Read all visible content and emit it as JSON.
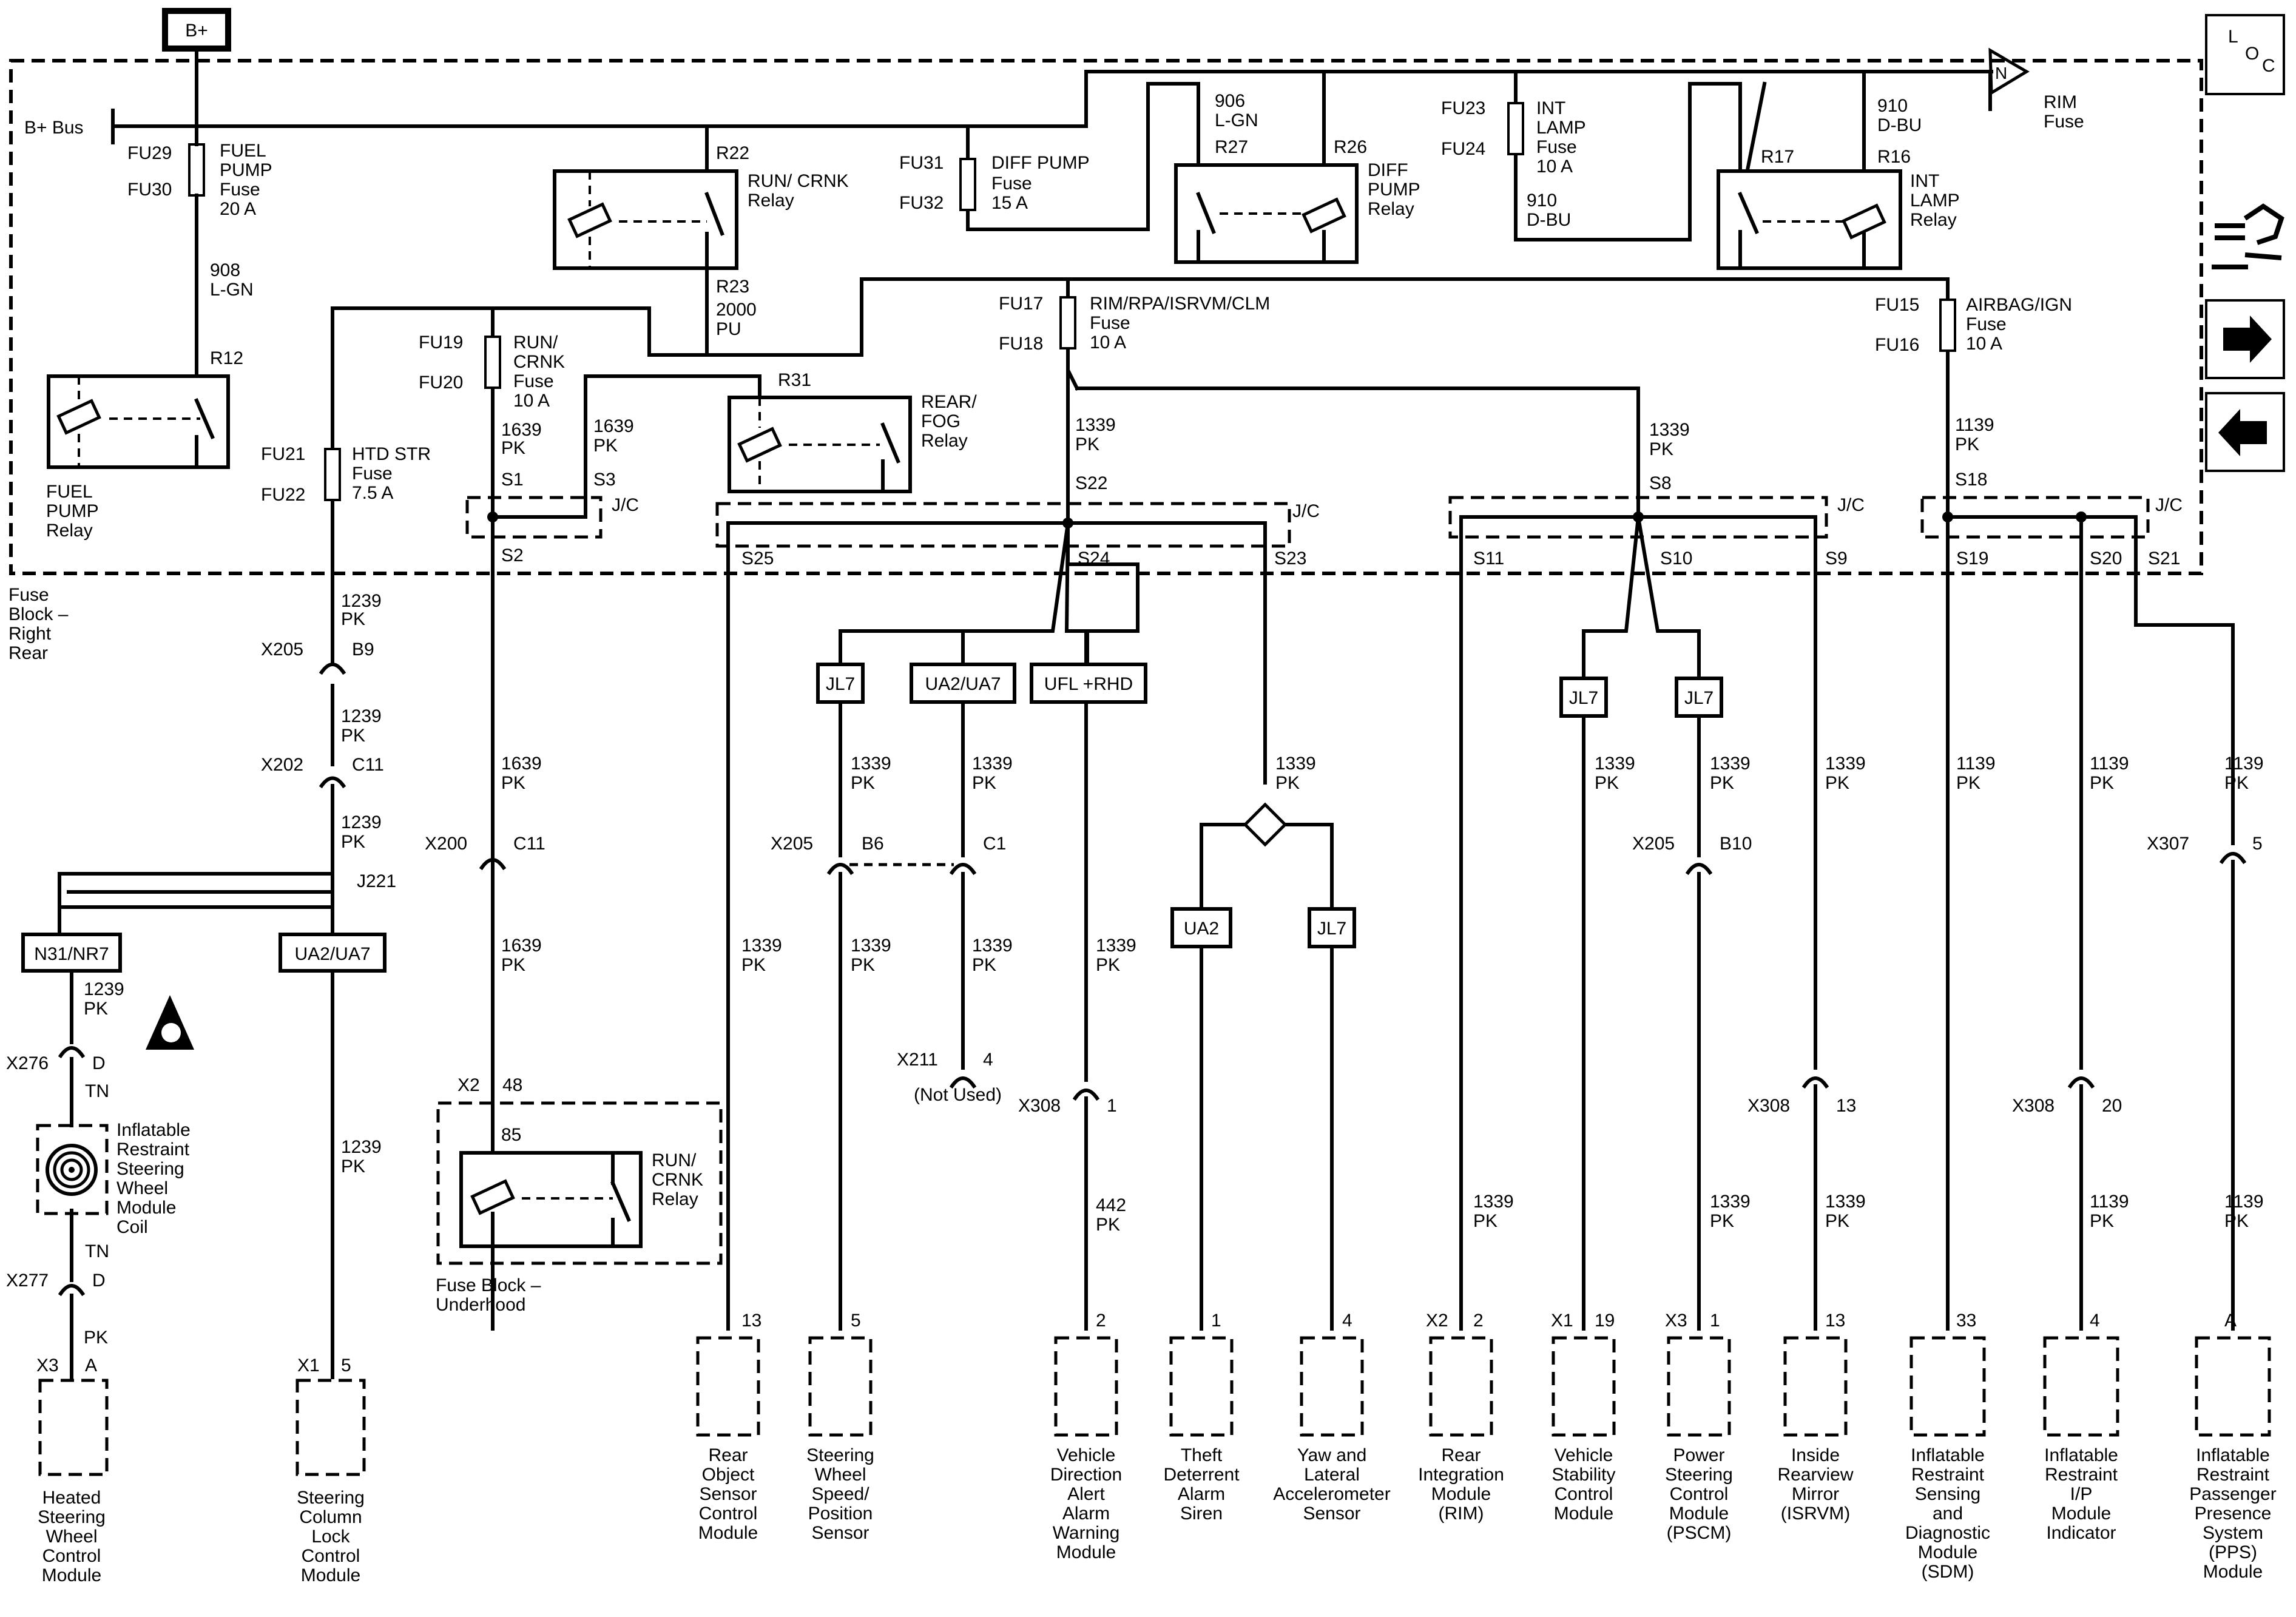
{
  "b_plus": "B+",
  "b_plus_bus": "B+ Bus",
  "loc": [
    "L",
    "O",
    "C"
  ],
  "fuse_block_rear": [
    "Fuse",
    "Block –",
    "Right",
    "Rear"
  ],
  "fuse_block_underhood": [
    "Fuse Block –",
    "Underhood"
  ],
  "rim_fuse": [
    "RIM",
    "Fuse"
  ],
  "rim_fuse_letter": "N",
  "jc": "J/C",
  "fuses": {
    "fu29": [
      "FU29",
      "FU30",
      "FUEL",
      "PUMP",
      "Fuse",
      "20 A"
    ],
    "fu31": [
      "FU31",
      "FU32",
      "DIFF PUMP",
      "Fuse",
      "15 A"
    ],
    "fu23": [
      "FU23",
      "FU24",
      "INT",
      "LAMP",
      "Fuse",
      "10 A"
    ],
    "fu19": [
      "FU19",
      "FU20",
      "RUN/",
      "CRNK",
      "Fuse",
      "10 A"
    ],
    "fu21": [
      "FU21",
      "FU22",
      "HTD STR",
      "Fuse",
      "7.5 A"
    ],
    "fu17": [
      "FU17",
      "FU18",
      "RIM/RPA/ISRVM/CLM",
      "Fuse",
      "10 A"
    ],
    "fu15": [
      "FU15",
      "FU16",
      "AIRBAG/IGN",
      "Fuse",
      "10 A"
    ]
  },
  "relays": {
    "run_crnk": [
      "RUN/ CRNK",
      "Relay"
    ],
    "diff_pump": [
      "DIFF",
      "PUMP",
      "Relay"
    ],
    "int_lamp": [
      "INT",
      "LAMP",
      "Relay"
    ],
    "fuel_pump": [
      "FUEL",
      "PUMP",
      "Relay"
    ],
    "rear_fog": [
      "REAR/",
      "FOG",
      "Relay"
    ],
    "run_crnk_uh": [
      "RUN/",
      "CRNK",
      "Relay"
    ]
  },
  "terminals": [
    "R22",
    "R23",
    "R27",
    "R26",
    "R17",
    "R16",
    "R12",
    "R31",
    "S1",
    "S2",
    "S3",
    "S8",
    "S9",
    "S10",
    "S11",
    "S18",
    "S19",
    "S20",
    "S21",
    "S22",
    "S23",
    "S24",
    "S25",
    "85"
  ],
  "wires": {
    "w908": [
      "908",
      "L-GN"
    ],
    "w906": [
      "906",
      "L-GN"
    ],
    "w910": [
      "910",
      "D-BU"
    ],
    "w2000": [
      "2000",
      "PU"
    ],
    "w1639": [
      "1639",
      "PK"
    ],
    "w1339": [
      "1339",
      "PK"
    ],
    "w1139": [
      "1139",
      "PK"
    ],
    "w1239": [
      "1239",
      "PK"
    ],
    "w442": [
      "442",
      "PK"
    ],
    "pk": "PK",
    "tn": "TN"
  },
  "connectors": {
    "x205_b9": [
      "X205",
      "B9"
    ],
    "x202_c11": [
      "X202",
      "C11"
    ],
    "j221": "J221",
    "x200_c11": [
      "X200",
      "C11"
    ],
    "x2_48": [
      "X2",
      "48"
    ],
    "x205_b6": [
      "X205",
      "B6"
    ],
    "c1": "C1",
    "x211_4": [
      "X211",
      "4"
    ],
    "not_used": "(Not Used)",
    "x308_1": [
      "X308",
      "1"
    ],
    "x205_b10": [
      "X205",
      "B10"
    ],
    "x308_13": [
      "X308",
      "13"
    ],
    "x308_20": [
      "X308",
      "20"
    ],
    "x307_5": [
      "X307",
      "5"
    ],
    "x276_d": [
      "X276",
      "D"
    ],
    "x277_d": [
      "X277",
      "D"
    ],
    "x3_a": [
      "X3",
      "A"
    ],
    "x1_5": [
      "X1",
      "5"
    ]
  },
  "options": [
    "JL7",
    "UA2/UA7",
    "UFL +RHD",
    "UA2",
    "N31/NR7"
  ],
  "coil_label": [
    "Inflatable",
    "Restraint",
    "Steering",
    "Wheel",
    "Module",
    "Coil"
  ],
  "modules": [
    {
      "pin": "13",
      "conn": "",
      "label": [
        "Rear",
        "Object",
        "Sensor",
        "Control",
        "Module"
      ]
    },
    {
      "pin": "5",
      "conn": "",
      "label": [
        "Steering",
        "Wheel",
        "Speed/",
        "Position",
        "Sensor"
      ]
    },
    {
      "pin": "2",
      "conn": "",
      "label": [
        "Vehicle",
        "Direction",
        "Alert",
        "Alarm",
        "Warning",
        "Module"
      ]
    },
    {
      "pin": "1",
      "conn": "",
      "label": [
        "Theft",
        "Deterrent",
        "Alarm",
        "Siren"
      ]
    },
    {
      "pin": "4",
      "conn": "",
      "label": [
        "Yaw and",
        "Lateral",
        "Accelerometer",
        "Sensor"
      ]
    },
    {
      "pin": "2",
      "conn": "X2",
      "label": [
        "Rear",
        "Integration",
        "Module",
        "(RIM)"
      ]
    },
    {
      "pin": "19",
      "conn": "X1",
      "label": [
        "Vehicle",
        "Stability",
        "Control",
        "Module"
      ]
    },
    {
      "pin": "1",
      "conn": "X3",
      "label": [
        "Power",
        "Steering",
        "Control",
        "Module",
        "(PSCM)"
      ]
    },
    {
      "pin": "13",
      "conn": "",
      "label": [
        "Inside",
        "Rearview",
        "Mirror",
        "(ISRVM)"
      ]
    },
    {
      "pin": "33",
      "conn": "",
      "label": [
        "Inflatable",
        "Restraint",
        "Sensing",
        "and",
        "Diagnostic",
        "Module",
        "(SDM)"
      ]
    },
    {
      "pin": "4",
      "conn": "",
      "label": [
        "Inflatable",
        "Restraint",
        "I/P",
        "Module",
        "Indicator"
      ]
    },
    {
      "pin": "A",
      "conn": "",
      "label": [
        "Inflatable",
        "Restraint",
        "Passenger",
        "Presence",
        "System",
        "(PPS)",
        "Module"
      ]
    },
    {
      "pin": "A",
      "conn": "X3",
      "label": [
        "Heated",
        "Steering",
        "Wheel",
        "Control",
        "Module"
      ]
    },
    {
      "pin": "5",
      "conn": "X1",
      "label": [
        "Steering",
        "Column",
        "Lock",
        "Control",
        "Module"
      ]
    }
  ],
  "nav_icons": [
    "wiring-harness-icon",
    "next-arrow-icon",
    "previous-arrow-icon"
  ]
}
